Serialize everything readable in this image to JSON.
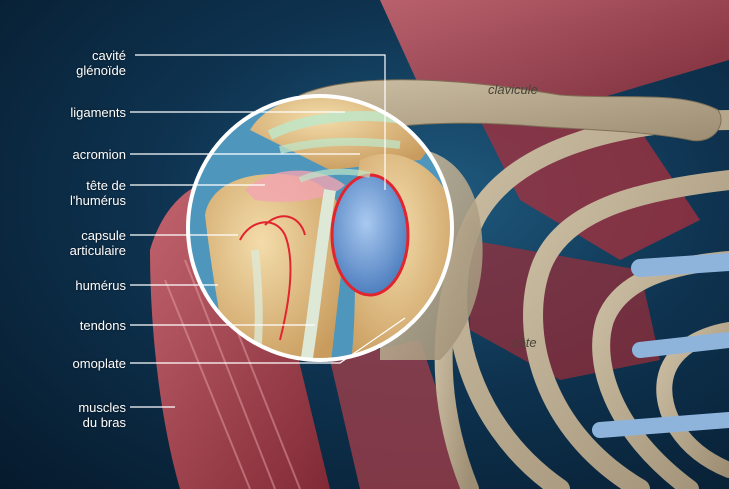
{
  "labels": {
    "cavite_glenoide": "cavité\nglénoïde",
    "ligaments": "ligaments",
    "acromion": "acromion",
    "tete_humerus": "tête de\nl'humérus",
    "capsule_articulaire": "capsule\narticulaire",
    "humerus": "humérus",
    "tendons": "tendons",
    "omoplate": "omoplate",
    "muscles_bras": "muscles\ndu bras",
    "clavicule": "clavicule",
    "cote": "côte"
  },
  "colors": {
    "background": "#0e3350",
    "bone": "#e3c48f",
    "rib_cartilage": "#8fb4dc",
    "muscle": "#c0444f",
    "cartilage_blue": "#6f9fd8",
    "capsule": "#e2242f",
    "ligament": "#bfe6c8",
    "leader_line": "#ffffff"
  }
}
